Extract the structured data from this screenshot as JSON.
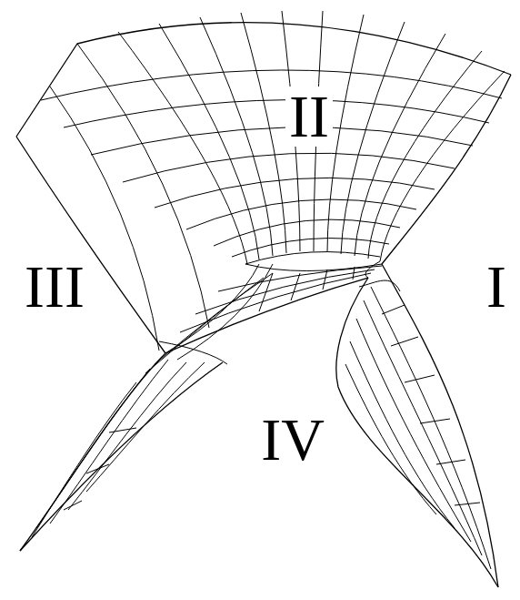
{
  "diagram": {
    "labels": [
      "II",
      "III",
      "I",
      "IV"
    ]
  }
}
